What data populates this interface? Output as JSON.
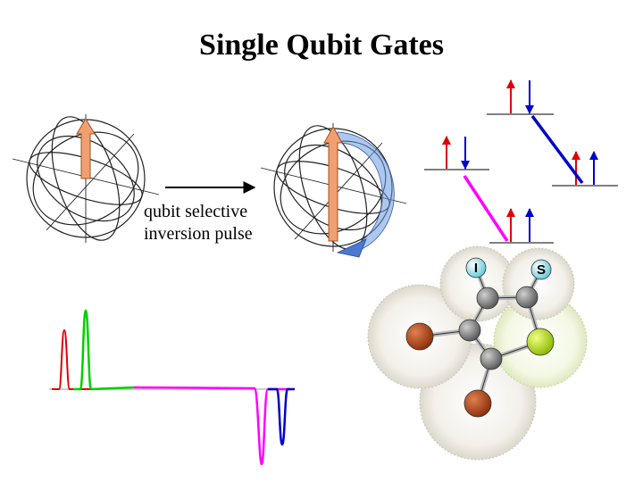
{
  "title": "Single Qubit Gates",
  "caption": {
    "line1": "qubit selective",
    "line2": "inversion pulse"
  },
  "molecule": {
    "atom_labels": [
      "I",
      "S"
    ]
  },
  "colors": {
    "background": "#ffffff",
    "red": "#e00000",
    "green": "#00d000",
    "magenta": "#ff00ff",
    "blue": "#0000c8",
    "bloch_arrow": "#f0a070",
    "bloch_arc": "#6a9ae0"
  }
}
